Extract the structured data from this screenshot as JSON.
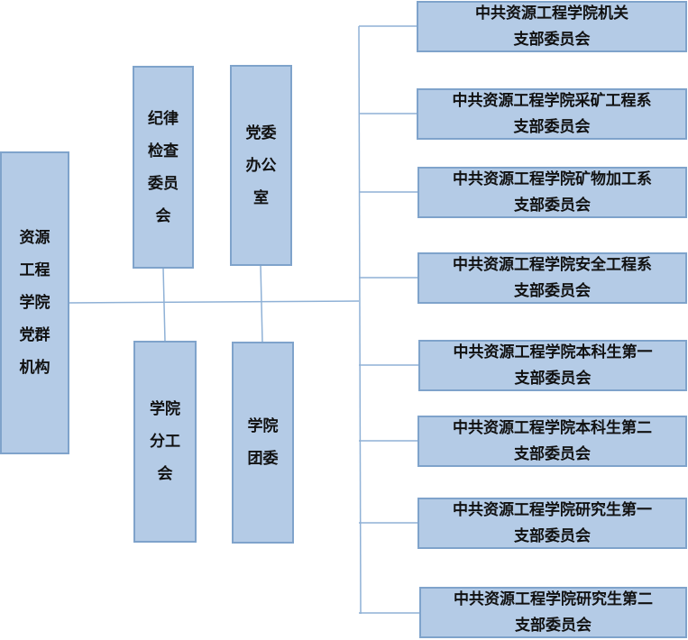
{
  "root": {
    "label": "资源工程学院党群机构"
  },
  "committees": {
    "discipline": "纪律检查委员会",
    "office": "党委办公室",
    "union": "学院分工会",
    "youth": "学院团委"
  },
  "branches": [
    {
      "line1": "中共资源工程学院机关",
      "line2": "支部委员会"
    },
    {
      "line1": "中共资源工程学院采矿工程系",
      "line2": "支部委员会"
    },
    {
      "line1": "中共资源工程学院矿物加工系",
      "line2": "支部委员会"
    },
    {
      "line1": "中共资源工程学院安全工程系",
      "line2": "支部委员会"
    },
    {
      "line1": "中共资源工程学院本科生第一",
      "line2": "支部委员会"
    },
    {
      "line1": "中共资源工程学院本科生第二",
      "line2": "支部委员会"
    },
    {
      "line1": "中共资源工程学院研究生第一",
      "line2": "支部委员会"
    },
    {
      "line1": "中共资源工程学院研究生第二",
      "line2": "支部委员会"
    }
  ],
  "colors": {
    "box_fill": "#b4cbe6",
    "box_border": "#7fa3cb",
    "connector": "#8fb1d6"
  }
}
